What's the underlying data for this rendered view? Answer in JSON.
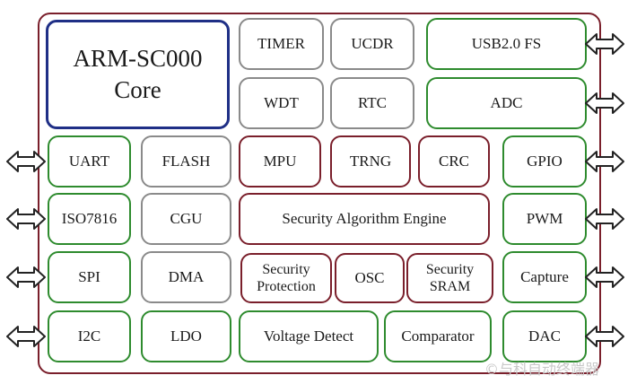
{
  "blocks": {
    "core": "ARM-SC000\nCore",
    "timer": "TIMER",
    "ucdr": "UCDR",
    "usb": "USB2.0 FS",
    "wdt": "WDT",
    "rtc": "RTC",
    "adc": "ADC",
    "uart": "UART",
    "flash": "FLASH",
    "mpu": "MPU",
    "trng": "TRNG",
    "crc": "CRC",
    "gpio": "GPIO",
    "iso7816": "ISO7816",
    "cgu": "CGU",
    "sae": "Security Algorithm Engine",
    "pwm": "PWM",
    "spi": "SPI",
    "dma": "DMA",
    "secprot": "Security\nProtection",
    "osc": "OSC",
    "secsram": "Security\nSRAM",
    "capture": "Capture",
    "i2c": "I2C",
    "ldo": "LDO",
    "vdetect": "Voltage Detect",
    "comparator": "Comparator",
    "dac": "DAC"
  },
  "watermark": "©与科自动终端器",
  "colors": {
    "frame": "#7a1f2b",
    "core_border": "#1f2f86",
    "io_border": "#2e8b2e",
    "security_border": "#7a1f2b",
    "internal_border": "#8a8a8a"
  }
}
